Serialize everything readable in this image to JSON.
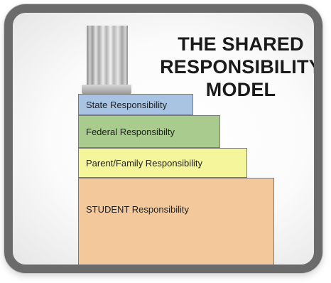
{
  "title": {
    "line1": "THE SHARED",
    "line2": "RESPONSIBILITY",
    "line3": "MODEL"
  },
  "steps": [
    {
      "label": "State Responsibility",
      "color": "#a9c4e2"
    },
    {
      "label": "Federal Responsibilty",
      "color": "#a9cc8e"
    },
    {
      "label": "Parent/Family Responsibility",
      "color": "#f5f59c"
    },
    {
      "label": "STUDENT Responsibility",
      "color": "#f3c99b"
    }
  ],
  "icons": {
    "column": "greek-column-icon"
  }
}
